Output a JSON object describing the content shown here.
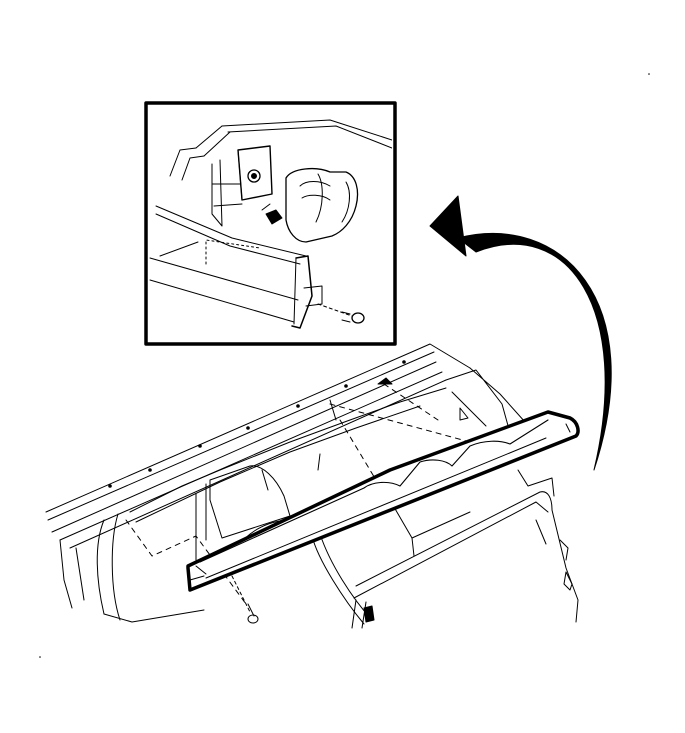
{
  "diagram": {
    "colors": {
      "ink": "#000000",
      "paper": "#ffffff"
    },
    "parts": {
      "detail_inset": "detail-inset",
      "curved_arrow": "curved-arrow-icon",
      "roof_panel": "roof-panel",
      "molding_strip": "roof-molding-strip",
      "rear_door": "rear-door",
      "fastener": "screw-fastener-icon"
    }
  }
}
